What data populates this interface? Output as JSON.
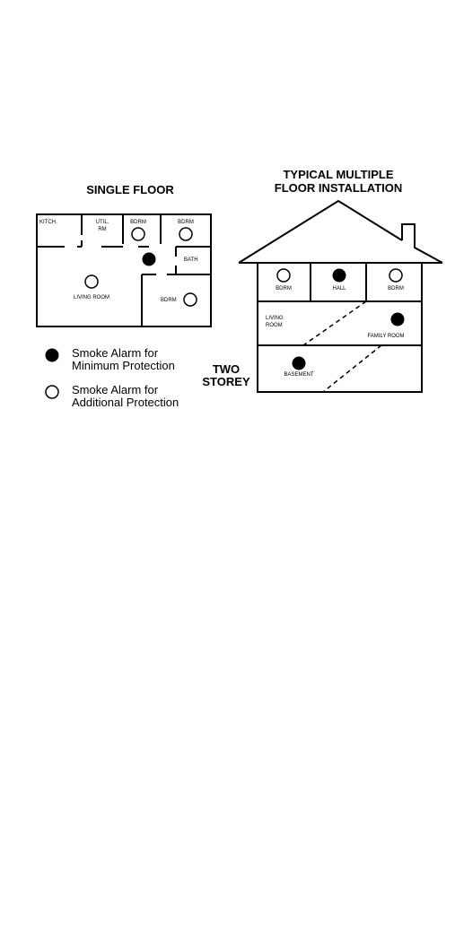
{
  "single_floor": {
    "title": "SINGLE FLOOR",
    "rooms": {
      "kitchen": "KITCH.",
      "util_line1": "UTIL.",
      "util_line2": "RM",
      "bdrm1": "BDRM",
      "bdrm2": "BDRM",
      "bath": "BATH",
      "living_room": "LIVING ROOM",
      "bdrm3": "BDRM"
    }
  },
  "multi_floor": {
    "title_line1": "TYPICAL MULTIPLE",
    "title_line2": "FLOOR INSTALLATION",
    "rooms": {
      "bdrm_left": "BDRM",
      "hall": "HALL",
      "bdrm_right": "BDRM",
      "living_line1": "LIVING",
      "living_line2": "ROOM",
      "family_room": "FAMILY ROOM",
      "basement": "BASEMENT"
    },
    "side_label_line1": "TWO",
    "side_label_line2": "STOREY"
  },
  "legend": {
    "minimum_line1": "Smoke Alarm for",
    "minimum_line2": "Minimum Protection",
    "additional_line1": "Smoke Alarm for",
    "additional_line2": "Additional Protection"
  },
  "colors": {
    "ink": "#000000",
    "paper": "#ffffff"
  }
}
